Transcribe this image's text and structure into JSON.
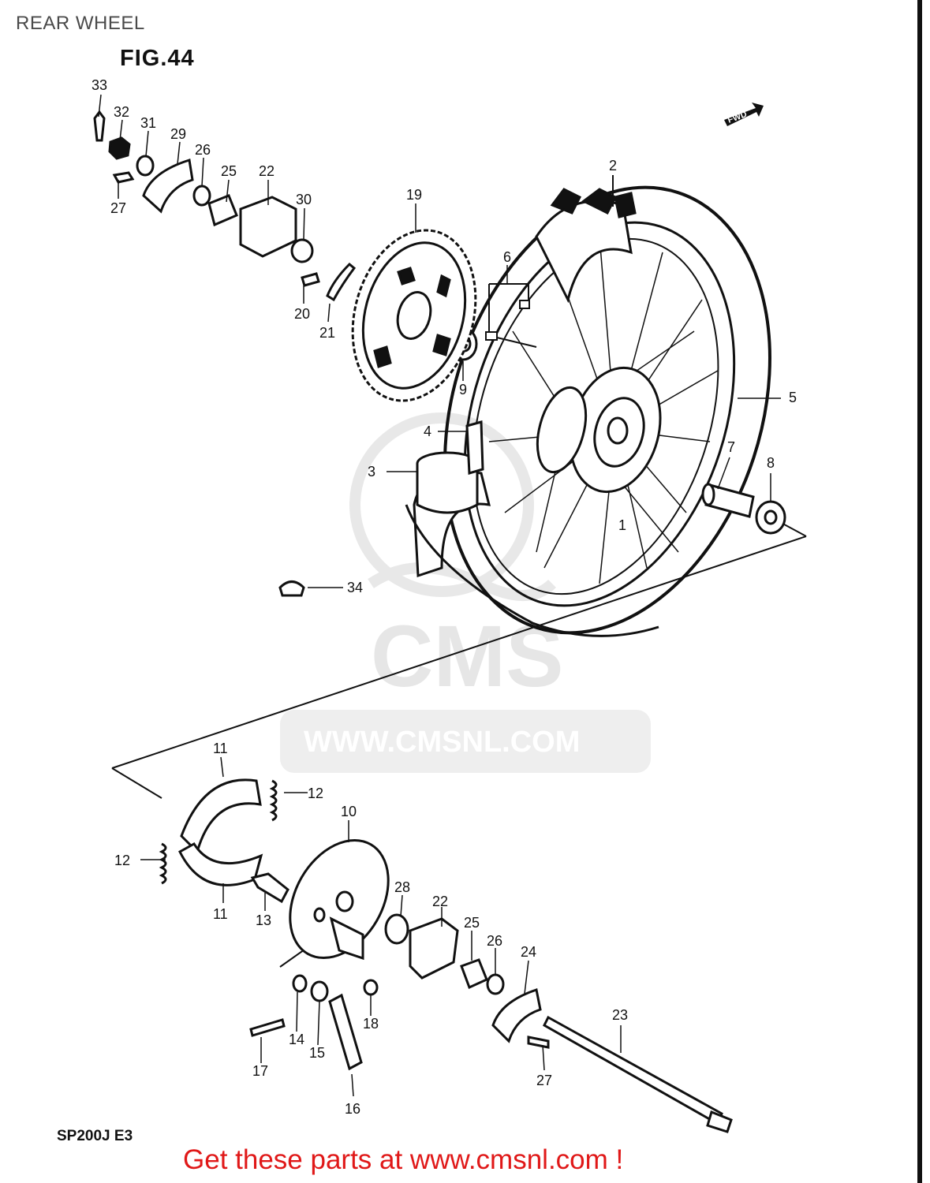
{
  "page": {
    "title": "REAR WHEEL"
  },
  "figure": {
    "label": "FIG.44",
    "model_code": "SP200J E3",
    "direction_marker": "FWD"
  },
  "watermark": {
    "logo_text": "CMS",
    "url_text": "WWW.CMSNL.COM"
  },
  "footer": {
    "link_text": "Get these parts at www.cmsnl.com !"
  },
  "colors": {
    "ink": "#111111",
    "link": "#e01818",
    "watermark": "#e6e6e6"
  },
  "callouts": {
    "c1": "1",
    "c2": "2",
    "c3": "3",
    "c4": "4",
    "c5": "5",
    "c6": "6",
    "c7": "7",
    "c8": "8",
    "c9": "9",
    "c10": "10",
    "c11a": "11",
    "c11b": "11",
    "c12a": "12",
    "c12b": "12",
    "c13": "13",
    "c14": "14",
    "c15": "15",
    "c16": "16",
    "c17": "17",
    "c18": "18",
    "c19": "19",
    "c20": "20",
    "c21": "21",
    "c22a": "22",
    "c22b": "22",
    "c23": "23",
    "c24": "24",
    "c25a": "25",
    "c25b": "25",
    "c26a": "26",
    "c26b": "26",
    "c27a": "27",
    "c27b": "27",
    "c28": "28",
    "c29": "29",
    "c30": "30",
    "c31": "31",
    "c32": "32",
    "c33": "33",
    "c34": "34"
  }
}
